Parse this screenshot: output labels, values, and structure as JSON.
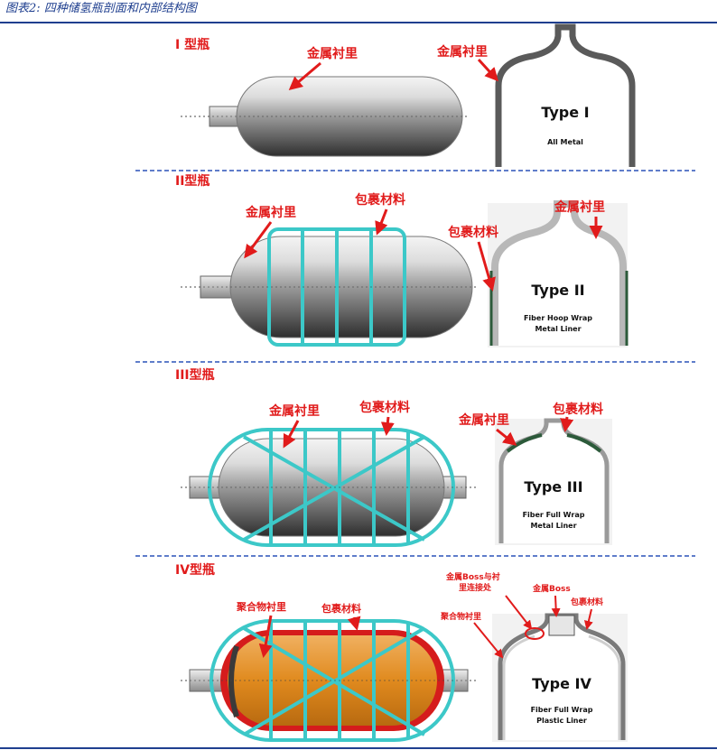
{
  "caption": "图表2: 四种储氢瓶剖面和内部结构图",
  "panels": [
    {
      "title": "I 型瓶",
      "labels": [
        "金属衬里",
        "金属衬里"
      ],
      "type_title": "Type I",
      "type_sub": [
        "All  Metal"
      ]
    },
    {
      "title": "II型瓶",
      "labels": [
        "金属衬里",
        "包裹材料",
        "包裹材料",
        "金属衬里"
      ],
      "type_title": "Type II",
      "type_sub": [
        "Fiber Hoop Wrap",
        "Metal Liner"
      ]
    },
    {
      "title": "III型瓶",
      "labels": [
        "金属衬里",
        "包裹材料",
        "金属衬里",
        "包裹材料"
      ],
      "type_title": "Type III",
      "type_sub": [
        "Fiber Full Wrap",
        "Metal Liner"
      ]
    },
    {
      "title": "IV型瓶",
      "labels": [
        "聚合物衬里",
        "包裹材料",
        "金属Boss与衬",
        "里连接处",
        "金属Boss",
        "包裹材料",
        "聚合物衬里"
      ],
      "type_title": "Type IV",
      "type_sub": [
        "Fiber Full Wrap",
        "Plastic Liner"
      ]
    }
  ],
  "colors": {
    "caption": "#1f3f8f",
    "label_red": "#e11b1b",
    "wrap_cyan": "#3cc8c8",
    "divider": "#2a52b8",
    "plastic_orange": "#e08a1e"
  }
}
